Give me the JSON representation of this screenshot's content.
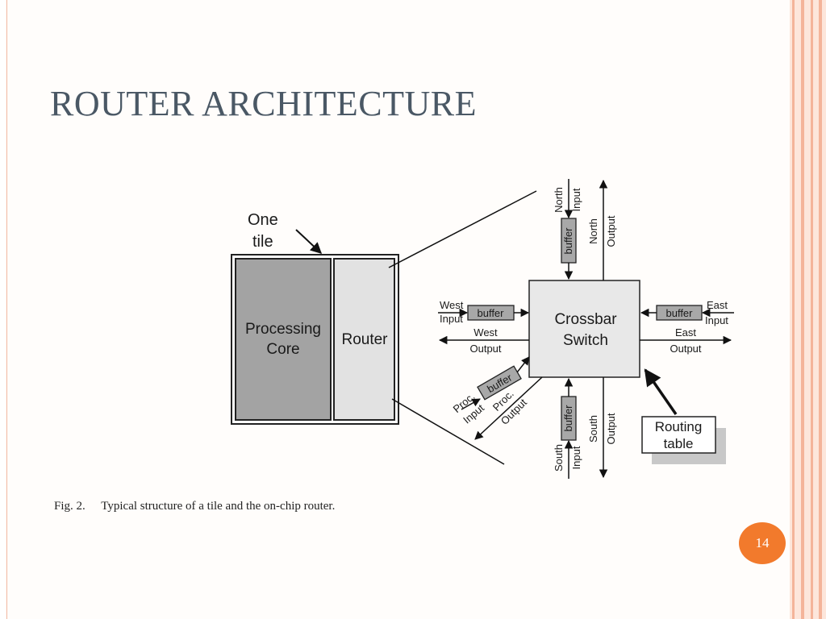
{
  "slide": {
    "title": "ROUTER ARCHITECTURE",
    "page_number": "14"
  },
  "diagram": {
    "tile_label_line1": "One",
    "tile_label_line2": "tile",
    "processing_core_line1": "Processing",
    "processing_core_line2": "Core",
    "router_label": "Router",
    "crossbar_line1": "Crossbar",
    "crossbar_line2": "Switch",
    "buffer_label": "buffer",
    "north_input_line1": "North",
    "north_input_line2": "Input",
    "north_output_line1": "North",
    "north_output_line2": "Output",
    "west_input_line1": "West",
    "west_input_line2": "Input",
    "west_output_line1": "West",
    "west_output_line2": "Output",
    "east_input_line1": "East",
    "east_input_line2": "Input",
    "east_output_line1": "East",
    "east_output_line2": "Output",
    "south_input_line1": "South",
    "south_input_line2": "Input",
    "south_output_line1": "South",
    "south_output_line2": "Output",
    "proc_input_line1": "Proc.",
    "proc_input_line2": "Input",
    "proc_output_line1": "Proc.",
    "proc_output_line2": "Output",
    "routing_table_line1": "Routing",
    "routing_table_line2": "table"
  },
  "caption": {
    "fig_number": "Fig. 2.",
    "text": "Typical structure of a tile and the on-chip router."
  },
  "colors": {
    "accent": "#f27a2c",
    "title": "#4a5865",
    "stripe": "#f1b7a0"
  }
}
